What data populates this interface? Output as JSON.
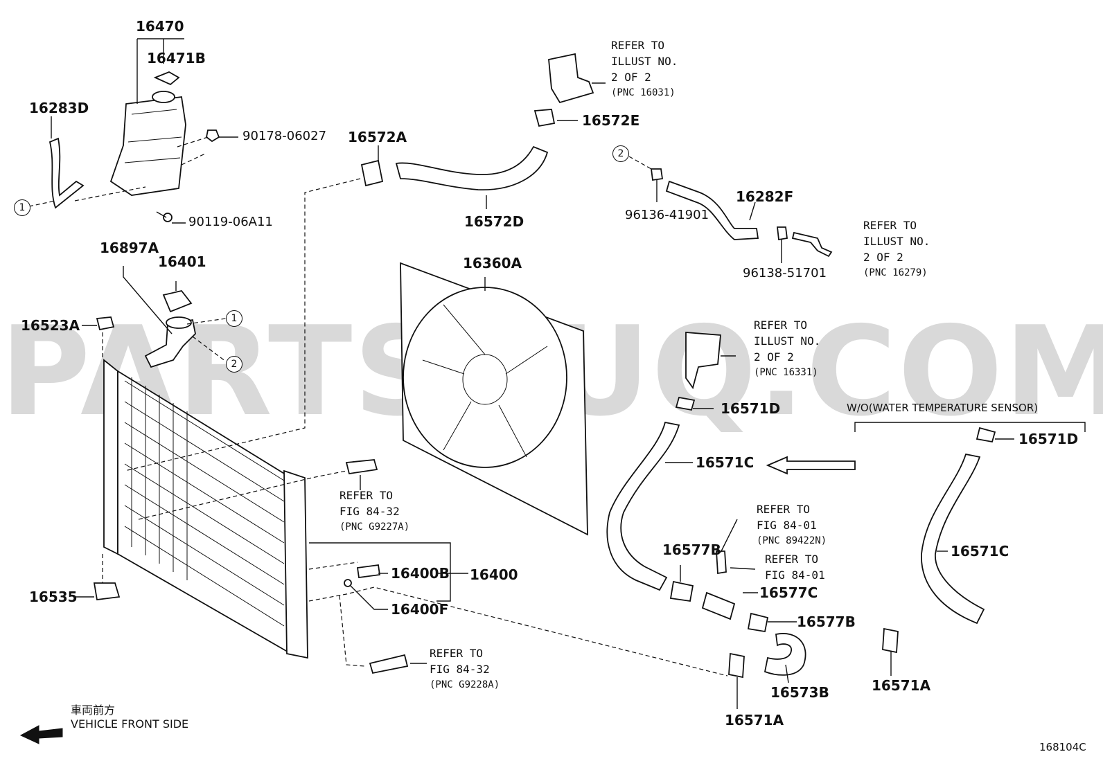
{
  "diagram": {
    "watermark": "PARTSOUQ.COM",
    "figure_code": "168104C",
    "direction": {
      "label_jp": "車両前方",
      "label_en": "VEHICLE FRONT SIDE"
    },
    "section_label": "W/O(WATER TEMPERATURE SENSOR)",
    "part_labels": {
      "p16470": "16470",
      "p16471B": "16471B",
      "p16283D": "16283D",
      "p90178": "90178-06027",
      "p90119": "90119-06A11",
      "p16572A": "16572A",
      "p16572E": "16572E",
      "p16572D": "16572D",
      "p16282F": "16282F",
      "p96136": "96136-41901",
      "p96138": "96138-51701",
      "p16897A": "16897A",
      "p16401": "16401",
      "p16523A": "16523A",
      "p16360A": "16360A",
      "p16571D_a": "16571D",
      "p16571D_b": "16571D",
      "p16571C_a": "16571C",
      "p16571C_b": "16571C",
      "p16577B_a": "16577B",
      "p16577B_b": "16577B",
      "p16577C": "16577C",
      "p16400B": "16400B",
      "p16400": "16400",
      "p16400F": "16400F",
      "p16535": "16535",
      "p16573B": "16573B",
      "p16571A_a": "16571A",
      "p16571A_b": "16571A"
    },
    "callouts": {
      "c1a": "1",
      "c1b": "1",
      "c2a": "2",
      "c2b": "2"
    },
    "references": {
      "r16031": {
        "l1": "REFER TO",
        "l2": "ILLUST NO.",
        "l3": "2 OF 2",
        "l4": "(PNC 16031)"
      },
      "r16279": {
        "l1": "REFER TO",
        "l2": "ILLUST NO.",
        "l3": "2 OF 2",
        "l4": "(PNC 16279)"
      },
      "r16331": {
        "l1": "REFER TO",
        "l2": "ILLUST NO.",
        "l3": "2 OF 2",
        "l4": "(PNC 16331)"
      },
      "rG9227A": {
        "l1": "REFER TO",
        "l2": "FIG 84-32",
        "l3": "(PNC G9227A)"
      },
      "rG9228A": {
        "l1": "REFER TO",
        "l2": "FIG 84-32",
        "l3": "(PNC G9228A)"
      },
      "r89422N": {
        "l1": "REFER TO",
        "l2": "FIG 84-01",
        "l3": "(PNC 89422N)"
      },
      "r8401": {
        "l1": "REFER TO",
        "l2": "FIG 84-01"
      }
    }
  }
}
